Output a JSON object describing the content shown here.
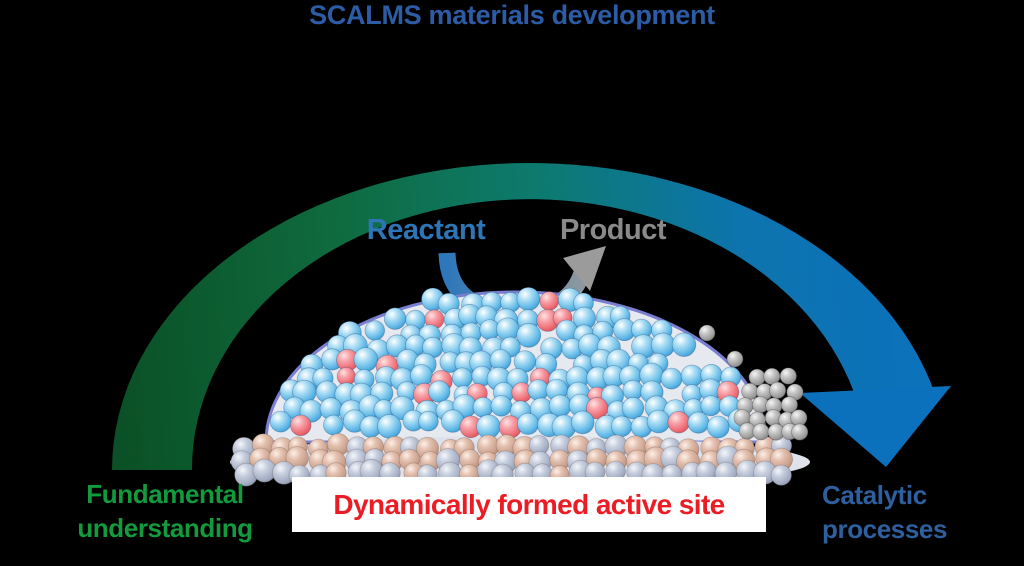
{
  "title": {
    "text": "SCALMS materials development",
    "color": "#2d5ca6"
  },
  "labels": {
    "reactant": {
      "text": "Reactant",
      "color": "#2e75b6"
    },
    "product": {
      "text": "Product",
      "color": "#8a8a8a"
    },
    "fundamental": {
      "line1": "Fundamental",
      "line2": "understanding",
      "color": "#119b3c"
    },
    "catalytic": {
      "line1": "Catalytic",
      "line2": "processes",
      "color": "#2e5f9f"
    },
    "active_site": {
      "text": "Dynamically formed active site",
      "color": "#ec1c24",
      "background": "#ffffff"
    }
  },
  "arrows": {
    "main_arc": {
      "from_label": "Fundamental understanding",
      "to_label": "Catalytic processes",
      "gradient": [
        "#0b5026",
        "#0f6b3e",
        "#0d7a6e",
        "#0c71bd"
      ]
    },
    "reaction_arrow": {
      "from_label": "Reactant",
      "to_label": "Product",
      "gradient": [
        "#2e77ba",
        "#9b9b9b"
      ]
    }
  },
  "palette": {
    "background": "#000000",
    "atom_blue": "#5cb6e6",
    "atom_red": "#ee6a72",
    "support_tan": "#c79c88",
    "support_lavender": "#9fa9c0",
    "atom_gray": "#979797",
    "droplet_outline": "#7a7ed0",
    "arc_blue": "#0c71bd",
    "arc_green": "#0b5026"
  },
  "diagram_meta": {
    "droplet_red_fraction": 0.105
  }
}
